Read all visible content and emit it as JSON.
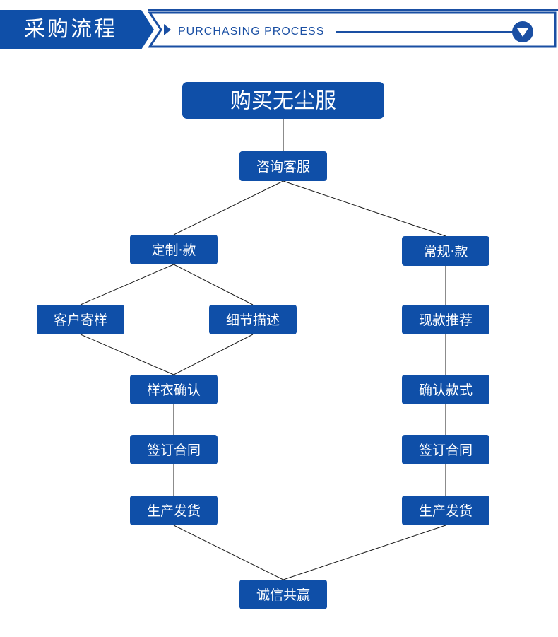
{
  "header": {
    "title_cn": "采购流程",
    "title_en": "PURCHASING PROCESS",
    "icon": "chevron-down-icon"
  },
  "colors": {
    "primary": "#0f4fa8",
    "header_blue": "#1a4fa3",
    "line": "#1a1a1a"
  },
  "flow": {
    "nodes": [
      {
        "id": "buy",
        "label": "购买无尘服"
      },
      {
        "id": "consult",
        "label": "咨询客服"
      },
      {
        "id": "custom",
        "label": "定制·款"
      },
      {
        "id": "regular",
        "label": "常规·款"
      },
      {
        "id": "send_sample",
        "label": "客户寄样"
      },
      {
        "id": "describe",
        "label": "细节描述"
      },
      {
        "id": "recommend",
        "label": "现款推荐"
      },
      {
        "id": "confirm_sample",
        "label": "样衣确认"
      },
      {
        "id": "confirm_style",
        "label": "确认款式"
      },
      {
        "id": "contract_l",
        "label": "签订合同"
      },
      {
        "id": "contract_r",
        "label": "签订合同"
      },
      {
        "id": "produce_l",
        "label": "生产发货"
      },
      {
        "id": "produce_r",
        "label": "生产发货"
      },
      {
        "id": "win",
        "label": "诚信共赢"
      }
    ],
    "edges": [
      [
        "buy",
        "consult"
      ],
      [
        "consult",
        "custom"
      ],
      [
        "consult",
        "regular"
      ],
      [
        "custom",
        "send_sample"
      ],
      [
        "custom",
        "describe"
      ],
      [
        "send_sample",
        "confirm_sample"
      ],
      [
        "describe",
        "confirm_sample"
      ],
      [
        "confirm_sample",
        "contract_l"
      ],
      [
        "contract_l",
        "produce_l"
      ],
      [
        "produce_l",
        "win"
      ],
      [
        "regular",
        "recommend"
      ],
      [
        "recommend",
        "confirm_style"
      ],
      [
        "confirm_style",
        "contract_r"
      ],
      [
        "contract_r",
        "produce_r"
      ],
      [
        "produce_r",
        "win"
      ]
    ]
  }
}
